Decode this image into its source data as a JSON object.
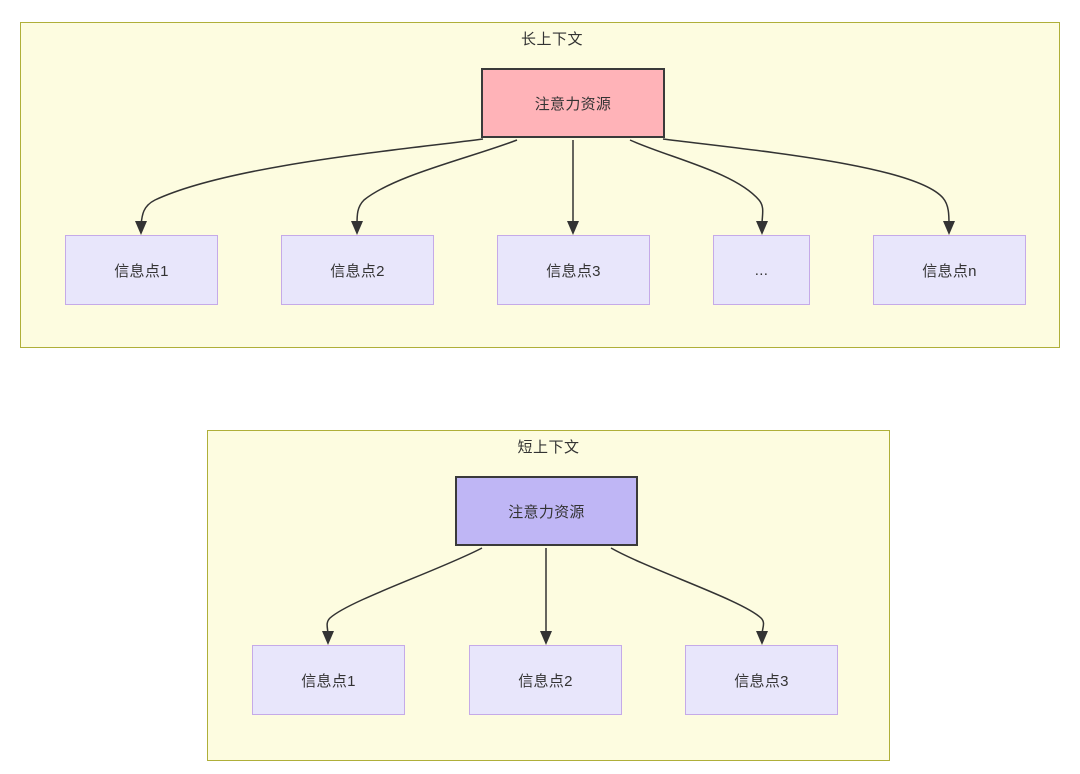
{
  "diagram": {
    "sections": [
      {
        "id": "long-context",
        "title": "长上下文",
        "attention": {
          "label": "注意力资源",
          "fill": "#FFB3B8",
          "border": "#3A3A3A"
        },
        "info_nodes": [
          {
            "label": "信息点1"
          },
          {
            "label": "信息点2"
          },
          {
            "label": "信息点3"
          },
          {
            "label": "..."
          },
          {
            "label": "信息点n"
          }
        ],
        "container_fill": "#FDFCE0",
        "container_border": "#AFAF39"
      },
      {
        "id": "short-context",
        "title": "短上下文",
        "attention": {
          "label": "注意力资源",
          "fill": "#BFB6F5",
          "border": "#3A3A3A"
        },
        "info_nodes": [
          {
            "label": "信息点1"
          },
          {
            "label": "信息点2"
          },
          {
            "label": "信息点3"
          }
        ],
        "container_fill": "#FDFCE0",
        "container_border": "#AFAF39"
      }
    ],
    "node_style": {
      "info_fill": "#E8E6FB",
      "info_border": "#C5AAE8",
      "edge_color": "#333333",
      "text_color": "#333333"
    }
  }
}
